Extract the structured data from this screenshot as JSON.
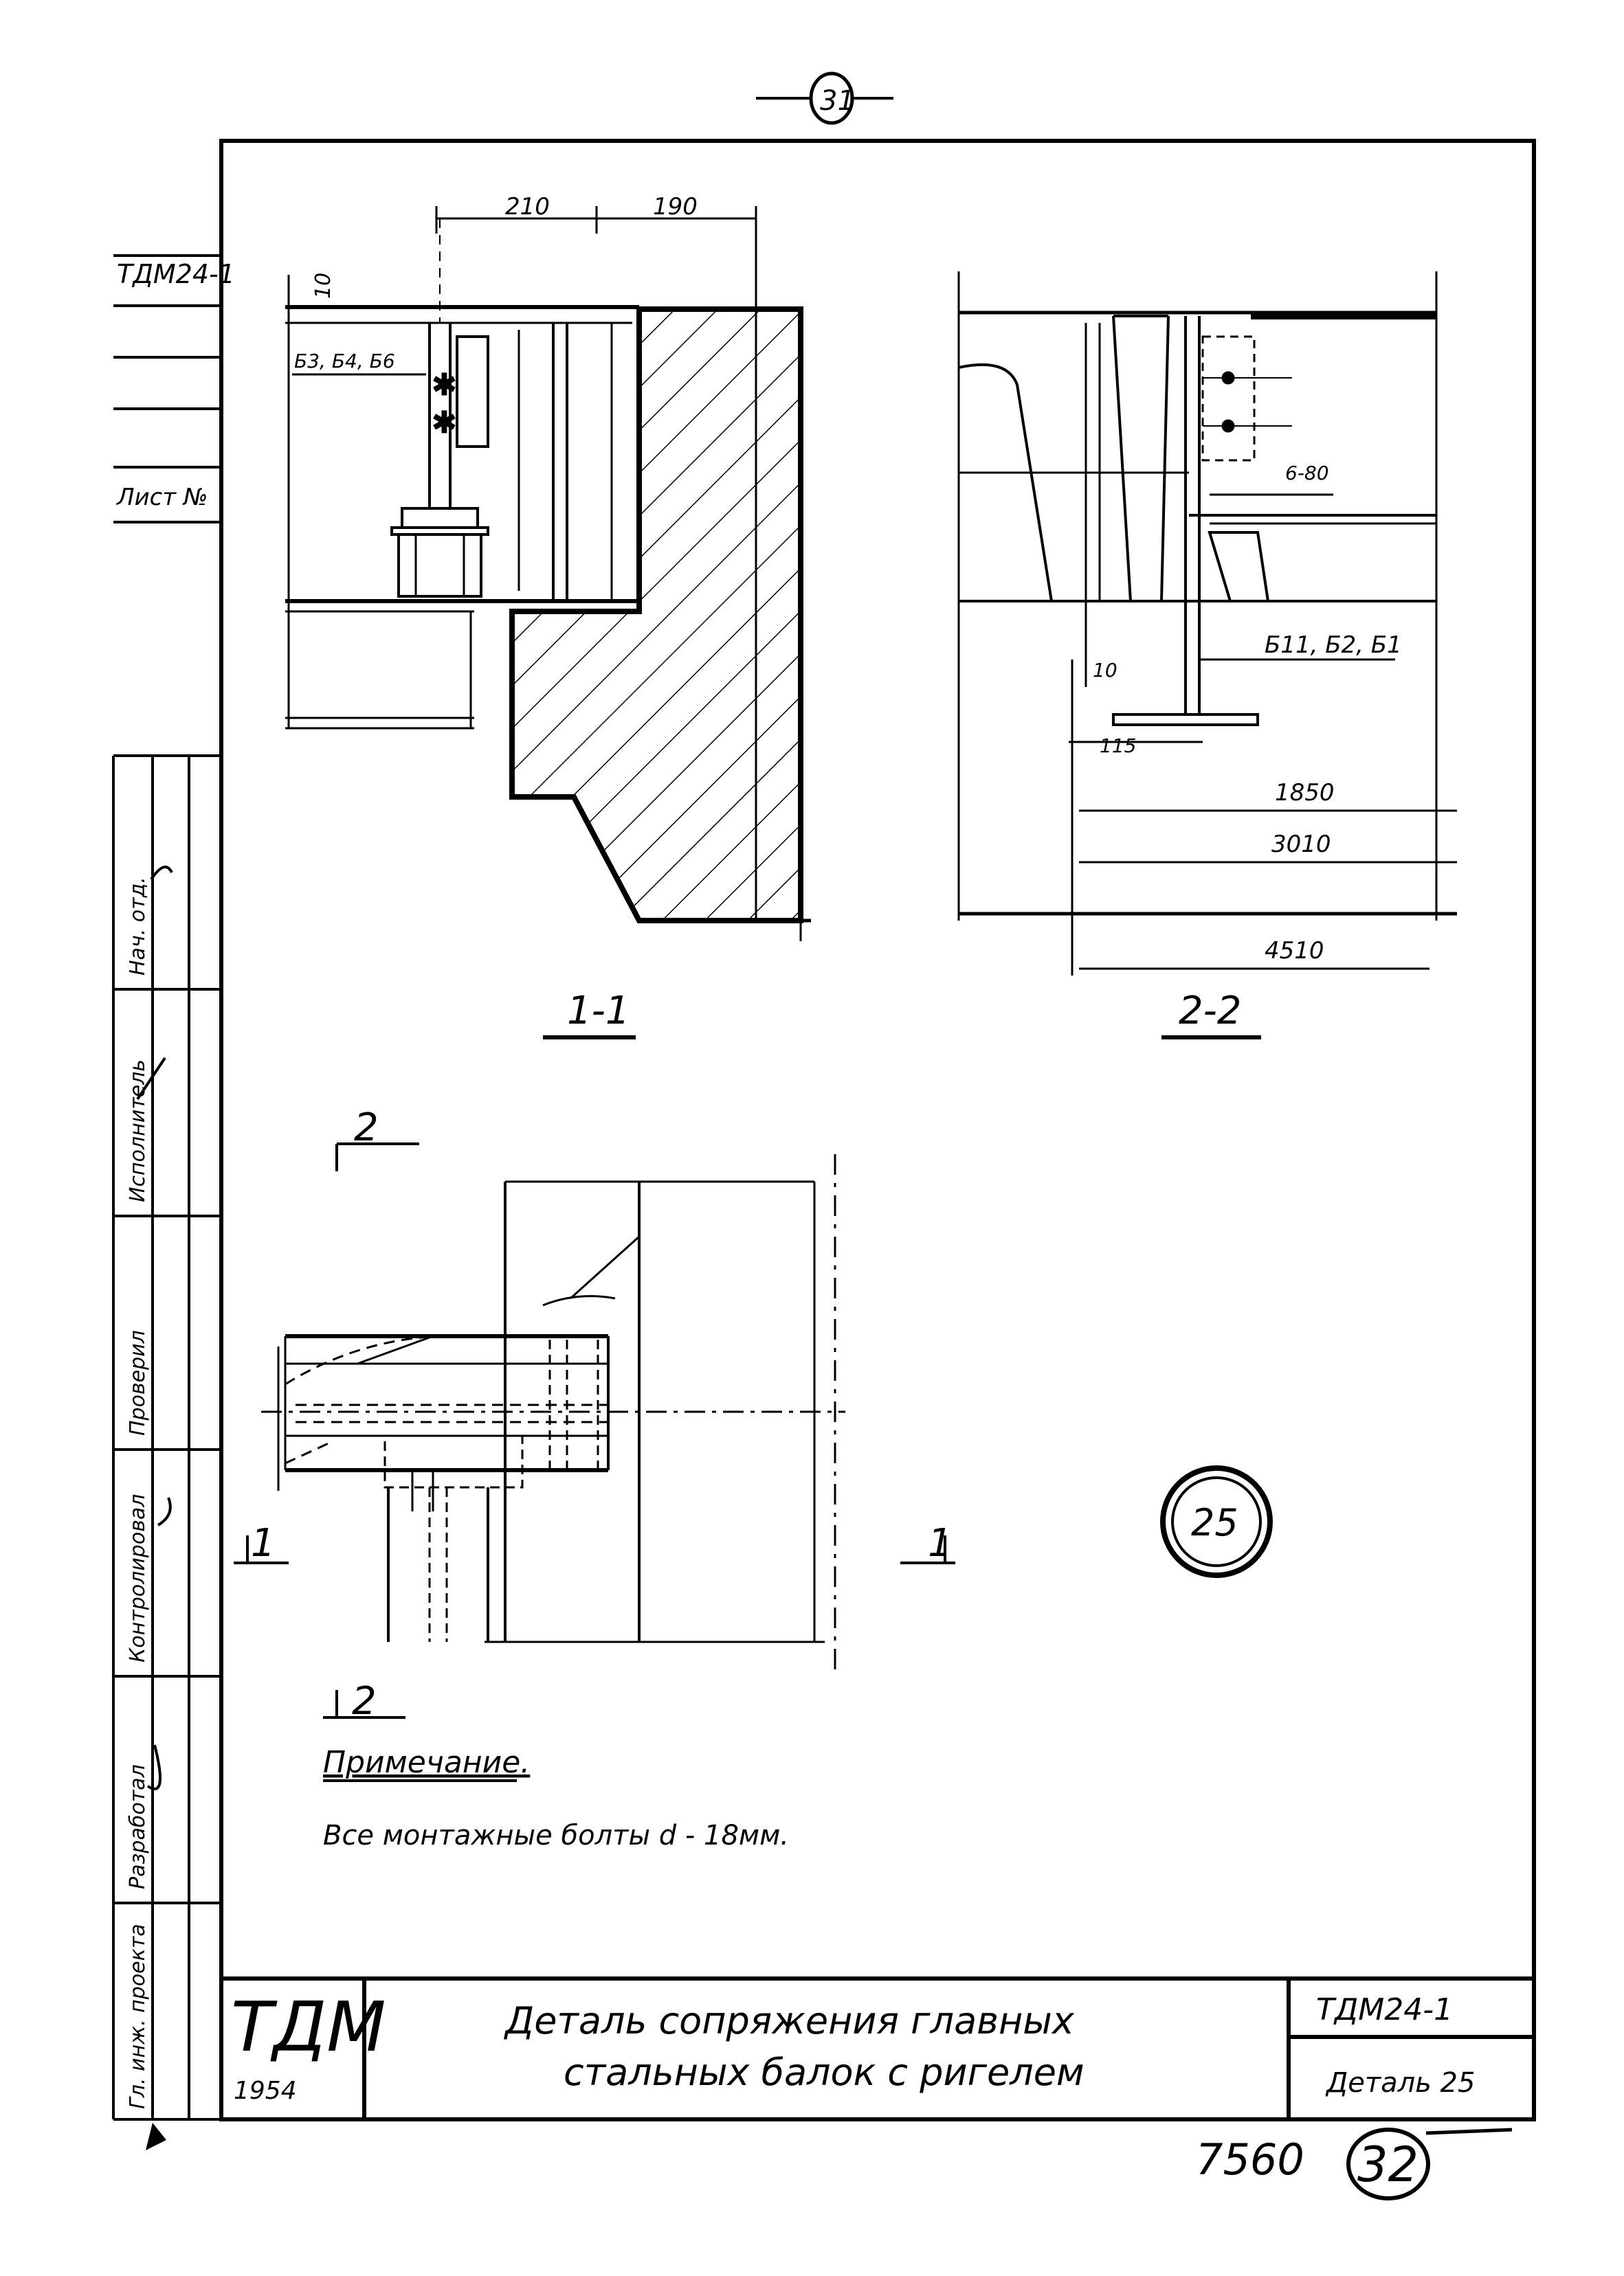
{
  "sheet_number_top": "31",
  "sheet_number_bottom": "32",
  "archive_number": "7560",
  "detail_number": "25",
  "views": {
    "section_1": {
      "label": "1-1"
    },
    "section_2": {
      "label": "2-2"
    }
  },
  "dimensions": {
    "d210": "210",
    "d190": "190",
    "d10_top": "10",
    "d10_side": "10",
    "d115": "115",
    "d1850": "1850",
    "d3010": "3010",
    "d4510": "4510",
    "weld_6_80": "6-80",
    "weld_b3_b4_b6": "Б3, Б4, Б6",
    "weld_b11_b2_b1": "Б11, Б2, Б1"
  },
  "plan_marks": {
    "cut_2_top": "2",
    "cut_2_bottom": "2",
    "cut_1_left": "1",
    "cut_1_right": "1"
  },
  "note": {
    "title": "Примечание.",
    "text": "Все монтажные болты d - 18мм."
  },
  "title_block": {
    "org": "ТДМ",
    "year": "1954",
    "title_line1": "Деталь сопряжения главных",
    "title_line2": "стальных балок с ригелем",
    "code": "ТДМ24-1",
    "detail": "Деталь 25"
  },
  "left_stamp": {
    "s1": "ТДМ24-1",
    "s2": "Лист №",
    "roles": [
      "Нач. отд.",
      "Гл. инж. проекта",
      "Исполнитель",
      "Проверил",
      "Контролировал",
      "Разработал"
    ]
  }
}
